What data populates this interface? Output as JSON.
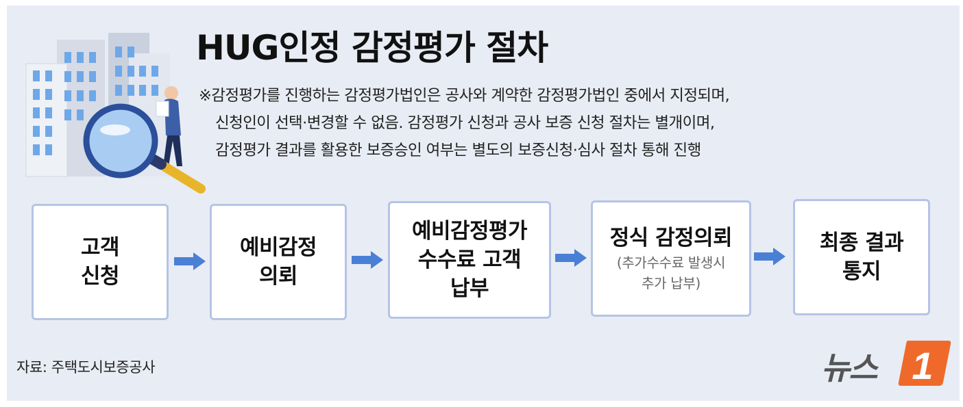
{
  "title": "HUG인정 감정평가 절차",
  "note_lines": [
    "※감정평가를 진행하는 감정평가법인은 공사와 계약한 감정평가법인 중에서 지정되며,",
    "신청인이 선택·변경할 수 없음.  감정평가 신청과 공사 보증 신청 절차는 별개이며,",
    "감정평가 결과를 활용한 보증승인 여부는 별도의 보증신청·심사 절차 통해 진행"
  ],
  "steps": [
    {
      "lines": [
        "고객",
        "신청"
      ]
    },
    {
      "lines": [
        "예비감정",
        "의뢰"
      ]
    },
    {
      "lines": [
        "예비감정평가",
        "수수료 고객",
        "납부"
      ]
    },
    {
      "lines": [
        "정식 감정의뢰"
      ],
      "sub": [
        "(추가수수료 발생시",
        "추가 납부)"
      ]
    },
    {
      "lines": [
        "최종 결과",
        "통지"
      ]
    }
  ],
  "source": "자료: 주택도시보증공사",
  "logo": {
    "text": "뉴스",
    "mark": "1"
  },
  "colors": {
    "background": "#e8ecf4",
    "box_border": "#b5c4e6",
    "arrow": "#4a7fd6",
    "logo_orange": "#ef6a2a",
    "logo_gray": "#555555"
  },
  "icons": [
    "buildings-illustration",
    "magnifier-illustration",
    "person-reading-illustration",
    "right-arrow-icon"
  ]
}
